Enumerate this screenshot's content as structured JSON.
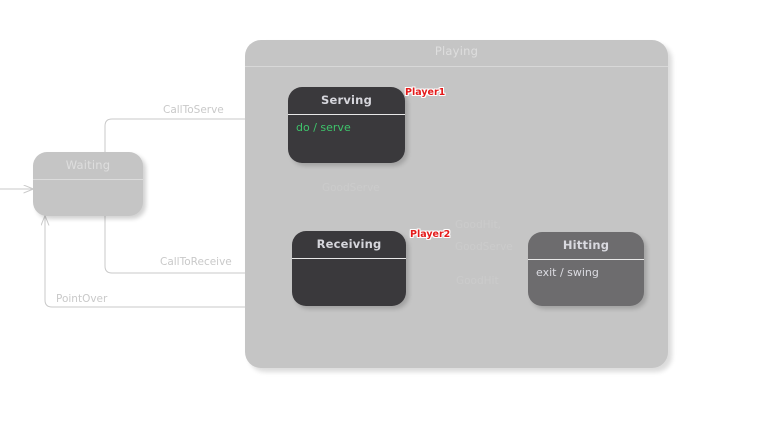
{
  "diagram": {
    "type": "state-machine",
    "title": "Playing",
    "background_color": "#ffffff"
  },
  "regions": {
    "playing": {
      "label": "Playing",
      "color": "#c5c5c5"
    }
  },
  "states": {
    "waiting": {
      "label": "Waiting",
      "body": "",
      "color": "#c5c5c5"
    },
    "serving": {
      "label": "Serving",
      "body": "do / serve",
      "color": "#3a393c",
      "body_color": "#3ec46b"
    },
    "receiving": {
      "label": "Receiving",
      "body": "",
      "color": "#3a393c"
    },
    "hitting": {
      "label": "Hitting",
      "body": "exit / swing",
      "color": "#6d6c6e"
    }
  },
  "transitions": {
    "call_to_serve": "CallToServe",
    "call_to_receive": "CallToReceive",
    "point_over": "PointOver",
    "good_serve": "GoodServe",
    "good_hit_good_serve_line1": "GoodHit,",
    "good_hit_good_serve_line2": "GoodServe",
    "good_hit": "GoodHit"
  },
  "actors": {
    "player1": "Player1",
    "player2": "Player2",
    "color": "#e41b1b"
  }
}
